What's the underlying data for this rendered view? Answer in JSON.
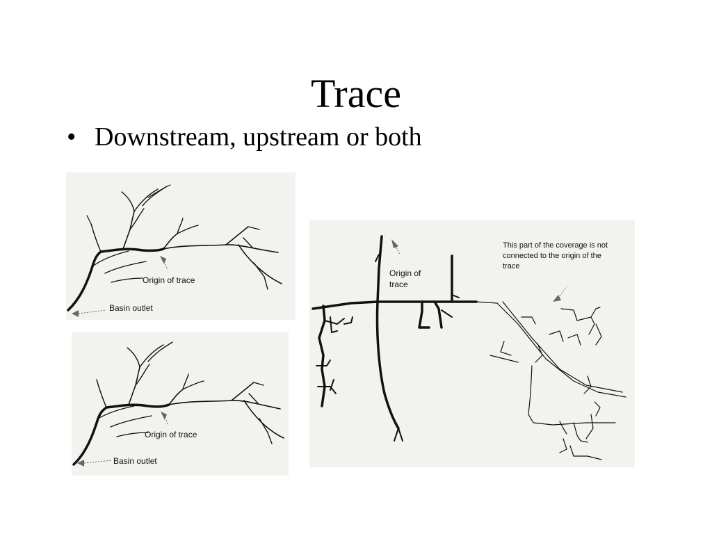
{
  "slide": {
    "title": "Trace",
    "bullets": [
      {
        "glyph": "•",
        "text": "Downstream, upstream or both"
      }
    ]
  },
  "figures": {
    "top_left": {
      "origin_label": "Origin of trace",
      "outlet_label": "Basin outlet"
    },
    "bottom_left": {
      "origin_label": "Origin of trace",
      "outlet_label": "Basin outlet"
    },
    "right": {
      "origin_label_line1": "Origin of",
      "origin_label_line2": "trace",
      "note": "This part of the coverage is not connected to the origin of the trace"
    }
  }
}
